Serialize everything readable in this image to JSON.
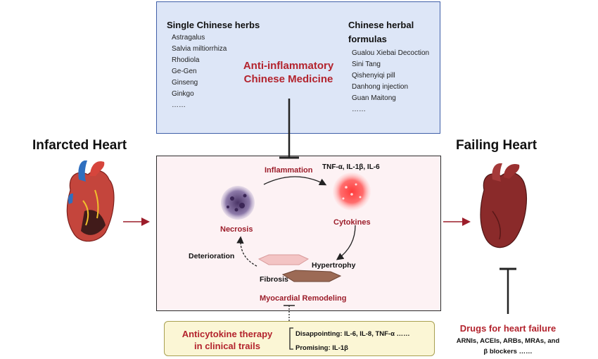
{
  "herbs_box": {
    "single_title": "Single Chinese herbs",
    "single_items": [
      "Astragalus",
      "Salvia miltiorrhiza",
      "Rhodiola",
      "Ge-Gen",
      "Ginseng",
      "Ginkgo",
      "……"
    ],
    "formula_title_line1": "Chinese herbal",
    "formula_title_line2": "formulas",
    "formula_items": [
      "Gualou Xiebai Decoction",
      "Sini Tang",
      "Qishenyiqi pill",
      "Danhong injection",
      "Guan Maitong",
      "……"
    ],
    "center_line1": "Anti-inflammatory",
    "center_line2": "Chinese Medicine"
  },
  "left_heart": {
    "title": "Infarcted Heart"
  },
  "right_heart": {
    "title": "Failing Heart"
  },
  "cycle": {
    "inflammation": "Inflammation",
    "cytokine_list": "TNF-α, IL-1β, IL-6",
    "cytokines": "Cytokines",
    "necrosis": "Necrosis",
    "deterioration": "Deterioration",
    "hypertrophy": "Hypertrophy",
    "fibrosis": "Fibrosis",
    "remodeling": "Myocardial Remodeling"
  },
  "therapy_box": {
    "title_line1": "Anticytokine therapy",
    "title_line2": "in clinical trails",
    "disappointing": "Disappointing: IL-6, IL-8, TNF-α ……",
    "promising": "Promising: IL-1β"
  },
  "drugs": {
    "title": "Drugs for heart failure",
    "line1": "ARNIs, ACEIs, ARBs, MRAs, and",
    "line2": "β blockers ……"
  },
  "colors": {
    "accent_red": "#b3232d",
    "herb_box_bg": "#dde6f7",
    "herb_box_border": "#3f5fa8",
    "therapy_bg": "#fbf6d5"
  }
}
